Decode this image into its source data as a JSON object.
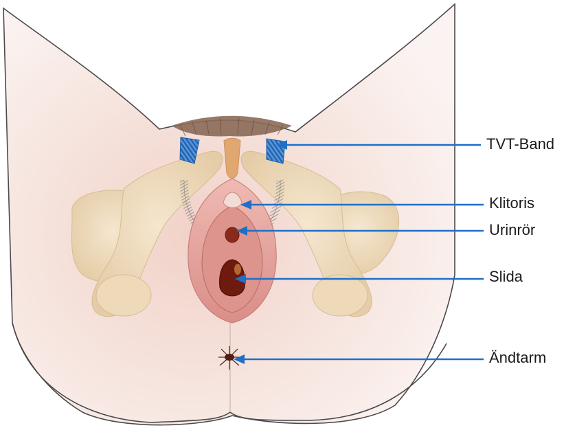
{
  "labels": {
    "tvt_band": "TVT-Band",
    "klitoris": "Klitoris",
    "urinror": "Urinrör",
    "slida": "Slida",
    "andtarm": "Ändtarm"
  },
  "colors": {
    "arrow": "#1f6fc9",
    "skin": "#f4e0d9",
    "skin_shadow": "#e9c3b8",
    "bone": "#eedbb8",
    "bone_shadow": "#d9c19a",
    "outline": "#505050",
    "band": "#2d78c8",
    "vulva": "#e8a4a0",
    "vulva_inner": "#c66a62",
    "opening": "#7a1f12",
    "hair": "#7b5a48"
  }
}
